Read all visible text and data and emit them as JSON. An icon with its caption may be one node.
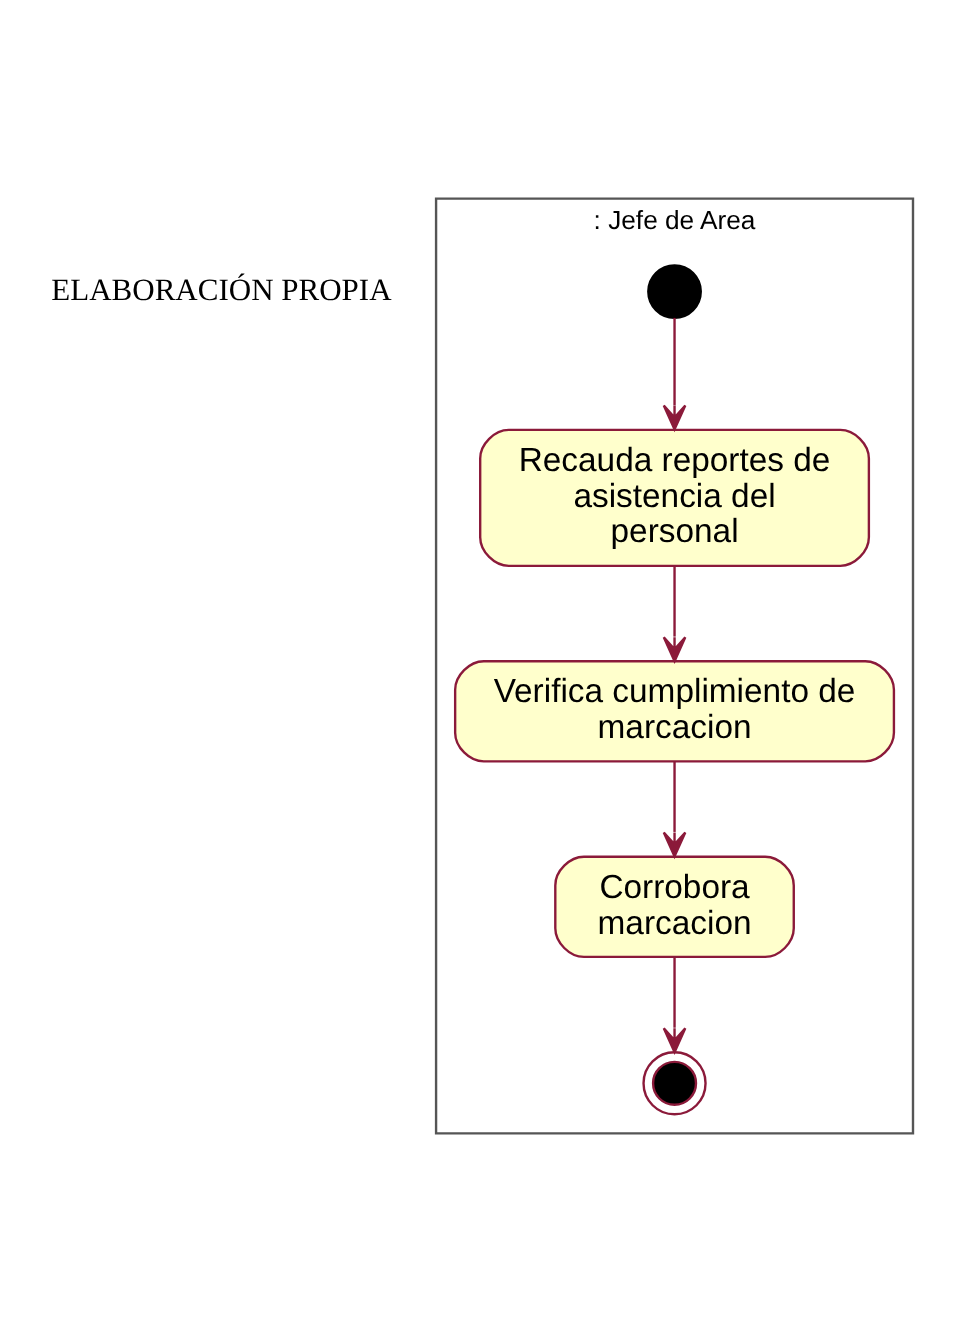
{
  "diagram": {
    "nodes": [
      {
        "text": [
          ": Jefe de Area"
        ]
      },
      {
        "text": [],
        "shape": "circle",
        "in": 0
      },
      {
        "text": [
          "Recauda reportes de asistencia del personal"
        ],
        "in": 0
      },
      {
        "text": [
          "Verifica cumplimiento de marcacion"
        ],
        "in": 0
      },
      {
        "text": [
          "Corrobora marcacion"
        ],
        "in": 0
      },
      {
        "text": [],
        "shape": "circle",
        "in": 0
      }
    ],
    "edges": [
      {
        "from": 1,
        "to": 2,
        "arrow": "to"
      },
      {
        "from": 2,
        "to": 3,
        "arrow": "to"
      },
      {
        "from": 3,
        "to": 4,
        "arrow": "to"
      },
      {
        "from": 4,
        "to": 5,
        "arrow": "to"
      }
    ],
    "labels": [
      "ELABORACIÓN PROPIA"
    ]
  }
}
